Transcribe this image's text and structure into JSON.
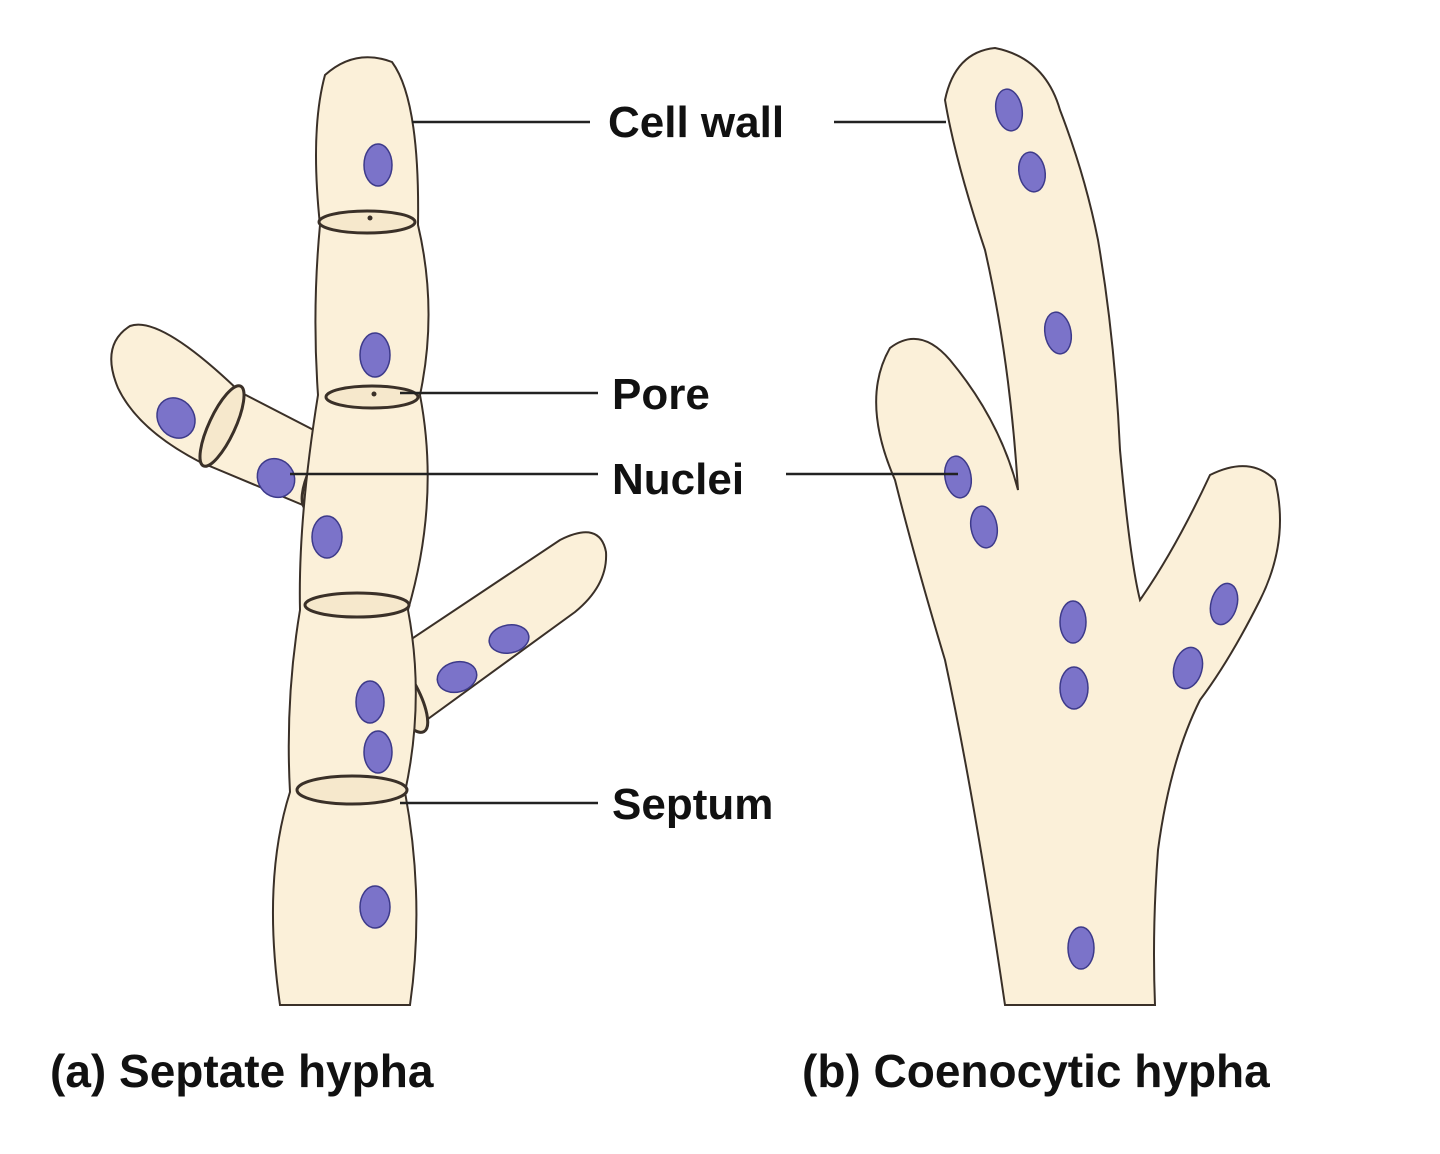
{
  "labels": {
    "cell_wall": "Cell wall",
    "pore": "Pore",
    "nuclei": "Nuclei",
    "septum": "Septum"
  },
  "captions": {
    "a_tag": "(a)",
    "a_text": "Septate hypha",
    "b_tag": "(b)",
    "b_text": "Coenocytic hypha"
  },
  "colors": {
    "hypha_fill": "#fbf0d9",
    "outline": "#3a3028",
    "nucleus_fill": "#7b73c9",
    "nucleus_stroke": "#3d3a8a",
    "leader_line": "#222222"
  }
}
